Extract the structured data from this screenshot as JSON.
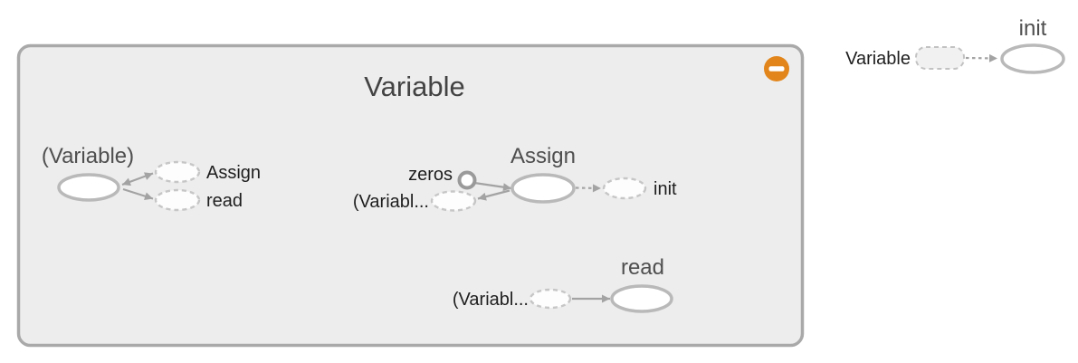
{
  "group": {
    "title": "Variable"
  },
  "clusters": {
    "variable": {
      "op_title": "(Variable)",
      "assign_proxy_label": "Assign",
      "read_proxy_label": "read"
    },
    "assign": {
      "op_title": "Assign",
      "zeros_label": "zeros",
      "variable_proxy_label": "(Variabl...",
      "init_proxy_label": "init"
    },
    "read": {
      "op_title": "read",
      "variable_proxy_label": "(Variabl..."
    }
  },
  "aux": {
    "variable_proxy_label": "Variable",
    "init_op_title": "init"
  },
  "colors": {
    "background": "#ffffff",
    "group_fill": "#ededed",
    "group_border": "#a9a9a9",
    "node_fill": "#ffffff",
    "node_stroke": "#b9b9b9",
    "proxy_stroke": "#c6c6c6",
    "edge": "#a3a3a3",
    "group_title_text": "#434343",
    "node_title_text": "#4f4f4f",
    "label_text": "#1e1e1e",
    "collapse_button": "#e2861c",
    "collapse_glyph": "#ffffff"
  }
}
